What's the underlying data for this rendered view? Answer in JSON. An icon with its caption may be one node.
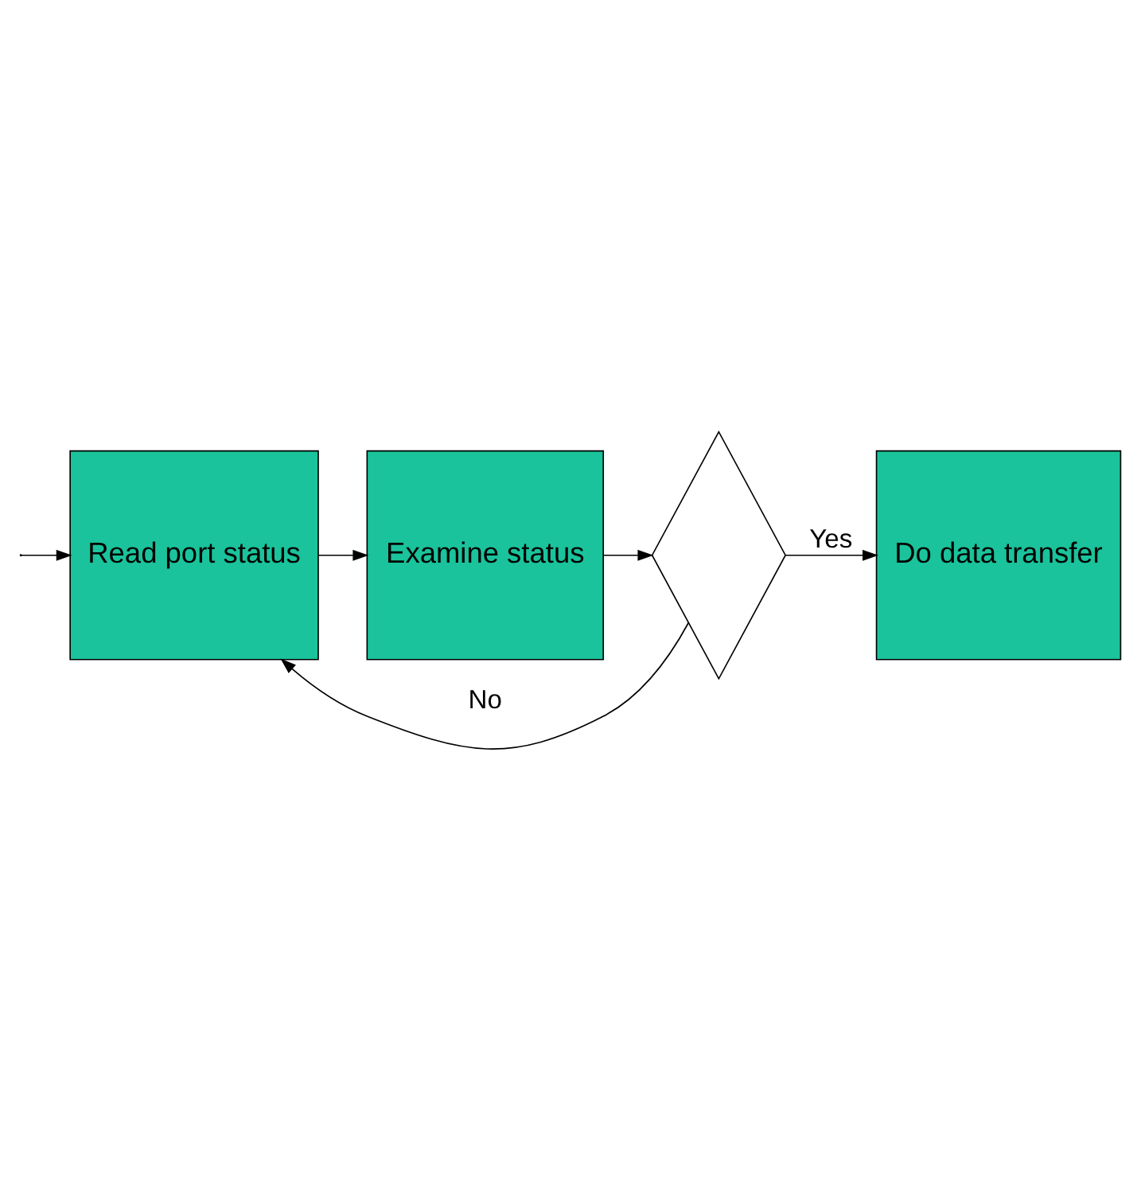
{
  "diagram": {
    "nodes": [
      {
        "text": [
          "Read port status"
        ]
      },
      {
        "text": [
          "Examine status"
        ]
      },
      {
        "text": [],
        "shape": "diamond"
      },
      {
        "text": [
          "Do data transfer"
        ]
      }
    ],
    "edges": [
      {
        "from": null,
        "to": 0,
        "arrow": "to"
      },
      {
        "from": 0,
        "to": 1,
        "arrow": "to"
      },
      {
        "from": 1,
        "to": 2,
        "arrow": "to"
      },
      {
        "from": 2,
        "to": 3,
        "arrow": "to",
        "label": "Yes"
      },
      {
        "from": 2,
        "to": 0,
        "arrow": "to",
        "label": "No"
      }
    ]
  }
}
